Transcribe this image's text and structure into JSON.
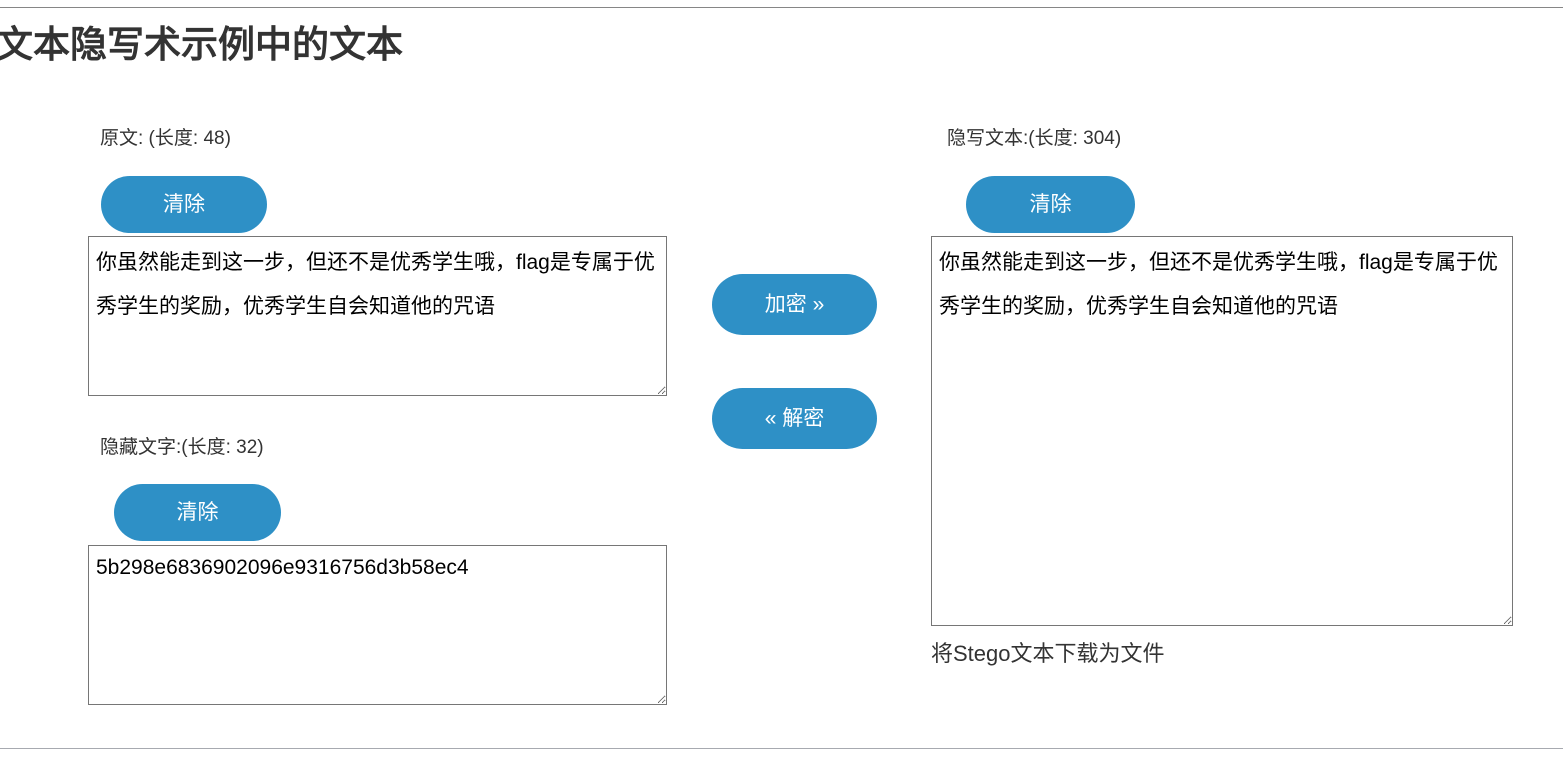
{
  "page": {
    "title": "文本隐写术示例中的文本",
    "accent_color": "#2e90c6",
    "text_color": "#333333",
    "border_color": "#767676"
  },
  "plaintext_panel": {
    "label": "原文:  (长度: 48)",
    "length": 48,
    "clear_label": "清除",
    "value": "你虽然能走到这一步，但还不是优秀学生哦，flag是专属于优秀学生的奖励，优秀学生自会知道他的咒语",
    "placeholder": ""
  },
  "hidden_panel": {
    "label": "隐藏文字:(长度: 32)",
    "length": 32,
    "clear_label": "清除",
    "value": "5b298e6836902096e9316756d3b58ec4",
    "placeholder": ""
  },
  "actions": {
    "encrypt_label": "加密 »",
    "decrypt_label": "« 解密"
  },
  "stego_panel": {
    "label": "隐写文本:(长度: 304)",
    "length": 304,
    "clear_label": "清除",
    "value": "你虽然能走到这一步，但还不是优秀学生哦，flag是专属于优秀学生的奖励，优秀学生自会知道他的咒语",
    "placeholder": "",
    "download_label": "将Stego文本下载为文件"
  }
}
